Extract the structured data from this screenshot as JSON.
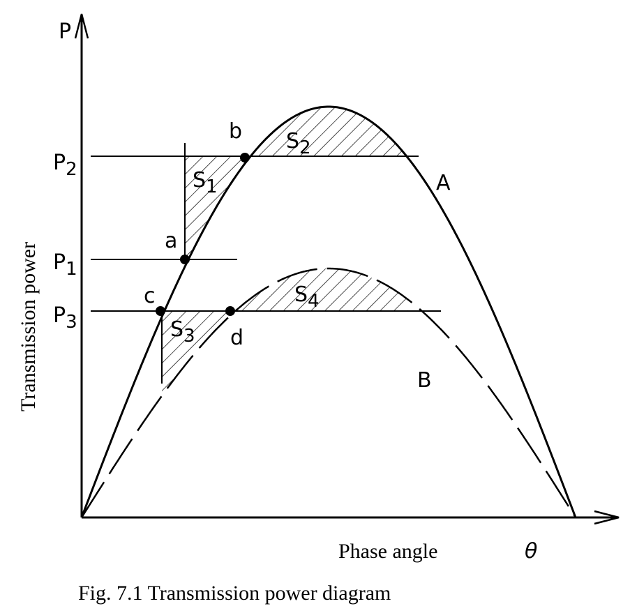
{
  "axes": {
    "y_symbol": "P",
    "x_symbol": "θ",
    "y_label": "Transmission power",
    "x_label": "Phase angle"
  },
  "levels": {
    "p2": "P",
    "p2_sub": "2",
    "p1": "P",
    "p1_sub": "1",
    "p3": "P",
    "p3_sub": "3"
  },
  "curves": {
    "a_label": "A",
    "b_label": "B"
  },
  "points": {
    "a": "a",
    "b": "b",
    "c": "c",
    "d": "d"
  },
  "areas": {
    "s1": "S",
    "s1_sub": "1",
    "s2": "S",
    "s2_sub": "2",
    "s3": "S",
    "s3_sub": "3",
    "s4": "S",
    "s4_sub": "4"
  },
  "caption": "Fig. 7.1 Transmission power diagram"
}
